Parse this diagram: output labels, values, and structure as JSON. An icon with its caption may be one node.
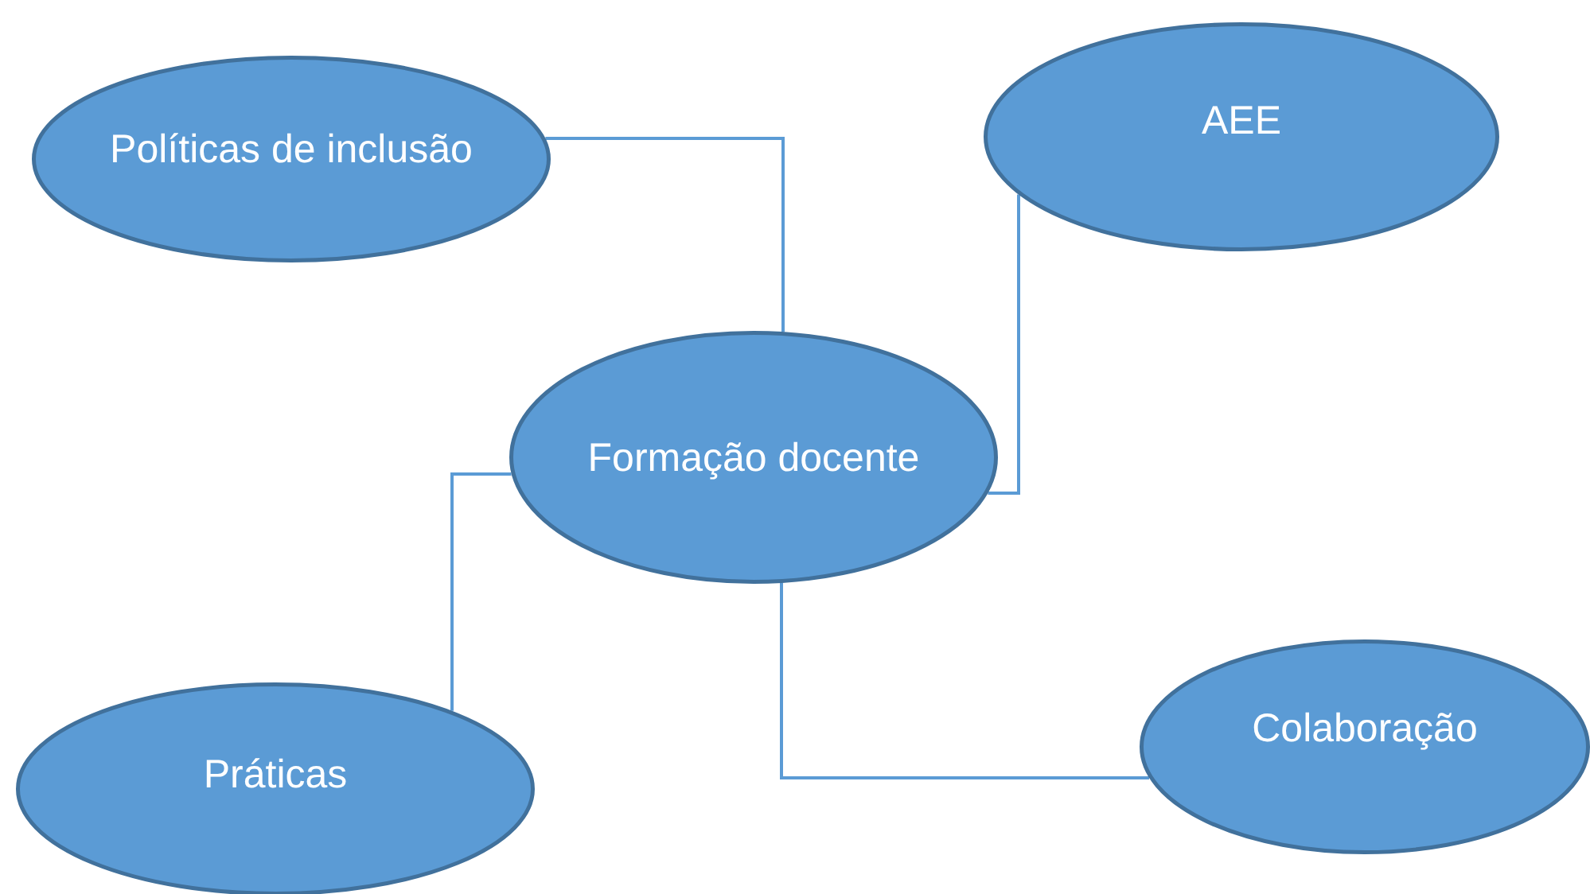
{
  "diagram": {
    "nodes": [
      {
        "text": [
          "Políticas de inclusão"
        ]
      },
      {
        "text": [
          "AEE"
        ]
      },
      {
        "text": [
          "Formação docente"
        ]
      },
      {
        "text": [
          "Práticas"
        ]
      },
      {
        "text": [
          "Colaboração"
        ]
      }
    ],
    "edges": [
      {
        "from": 0,
        "to": 2,
        "arrow": "none"
      },
      {
        "from": 1,
        "to": 2,
        "arrow": "none"
      },
      {
        "from": 3,
        "to": 2,
        "arrow": "none"
      },
      {
        "from": 2,
        "to": 4,
        "arrow": "none"
      }
    ]
  }
}
